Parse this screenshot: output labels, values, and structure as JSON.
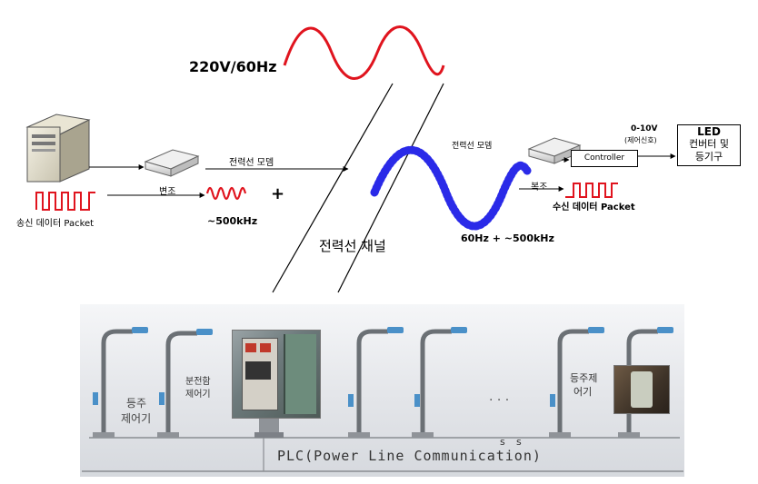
{
  "top": {
    "mains_label": "220V/60Hz",
    "tx_packet_label": "송신 데이터 Packet",
    "modulation_label": "변조",
    "modem_label_left": "전력선 모뎀",
    "freq_left_label": "~500kHz",
    "plus_sign": "+",
    "channel_label": "전력선 채널",
    "modem_label_right": "전력선 모뎀",
    "demod_label": "복조",
    "rx_packet_label": "수신 데이터 Packet",
    "combined_freq_label": "60Hz + ~500kHz",
    "controller_label": "Controller",
    "signal_label_line1": "0-10V",
    "signal_label_line2": "(제어신호)",
    "led_title": "LED",
    "led_line2": "컨버터 및",
    "led_line3": "등기구"
  },
  "bottom": {
    "pole_ctrl_label_1": "등주",
    "pole_ctrl_label_2": "제어기",
    "dist_ctrl_label_1": "분전함",
    "dist_ctrl_label_2": "제어기",
    "ellipsis": "· · ·",
    "right_ctrl_label_1": "등주제",
    "right_ctrl_label_2": "어기",
    "plc_label": "PLC(Power Line Communication)"
  },
  "colors": {
    "signal_red": "#e0141e",
    "coil_blue": "#2a2ae8",
    "coil_purple": "#7a2ab8",
    "pole_gray": "#6b7075",
    "lamp_blue": "#4a90c8",
    "text_gray": "#333333"
  }
}
